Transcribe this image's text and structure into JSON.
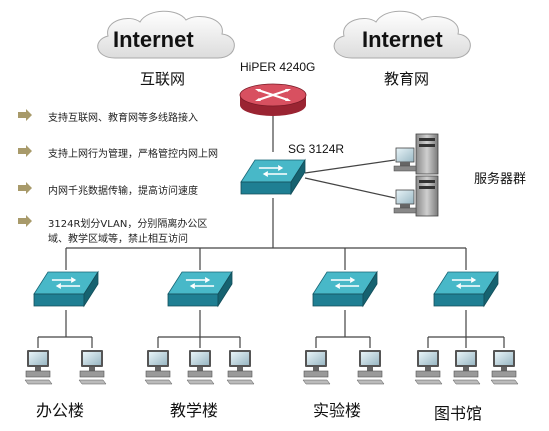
{
  "clouds": [
    {
      "id": "left",
      "label": "Internet"
    },
    {
      "id": "right",
      "label": "Internet"
    }
  ],
  "networks": {
    "internet_cn": "互联网",
    "education_cn": "教育网"
  },
  "router": {
    "model": "HiPER 4240G"
  },
  "core_switch": {
    "model": "SG 3124R"
  },
  "server_group": {
    "label": "服务器群"
  },
  "notes": [
    {
      "lines": [
        "支持互联网、教育网等多线路接入"
      ]
    },
    {
      "lines": [
        "支持上网行为管理，严格管控内网上网"
      ]
    },
    {
      "lines": [
        "内网千兆数据传输，提高访问速度"
      ]
    },
    {
      "lines": [
        "3124R划分VLAN，分别隔离办公区",
        "域、教学区域等，禁止相互访问"
      ]
    }
  ],
  "departments": [
    {
      "name": "办公楼",
      "pcs": 2
    },
    {
      "name": "教学楼",
      "pcs": 3
    },
    {
      "name": "实验楼",
      "pcs": 2
    },
    {
      "name": "图书馆",
      "pcs": 3
    }
  ],
  "colors": {
    "switch_top": "#48b8c8",
    "switch_side": "#1f7f93",
    "router_top": "#d85060",
    "router_side": "#9a2432",
    "line": "#444444",
    "arrow": "#a89a6a"
  }
}
